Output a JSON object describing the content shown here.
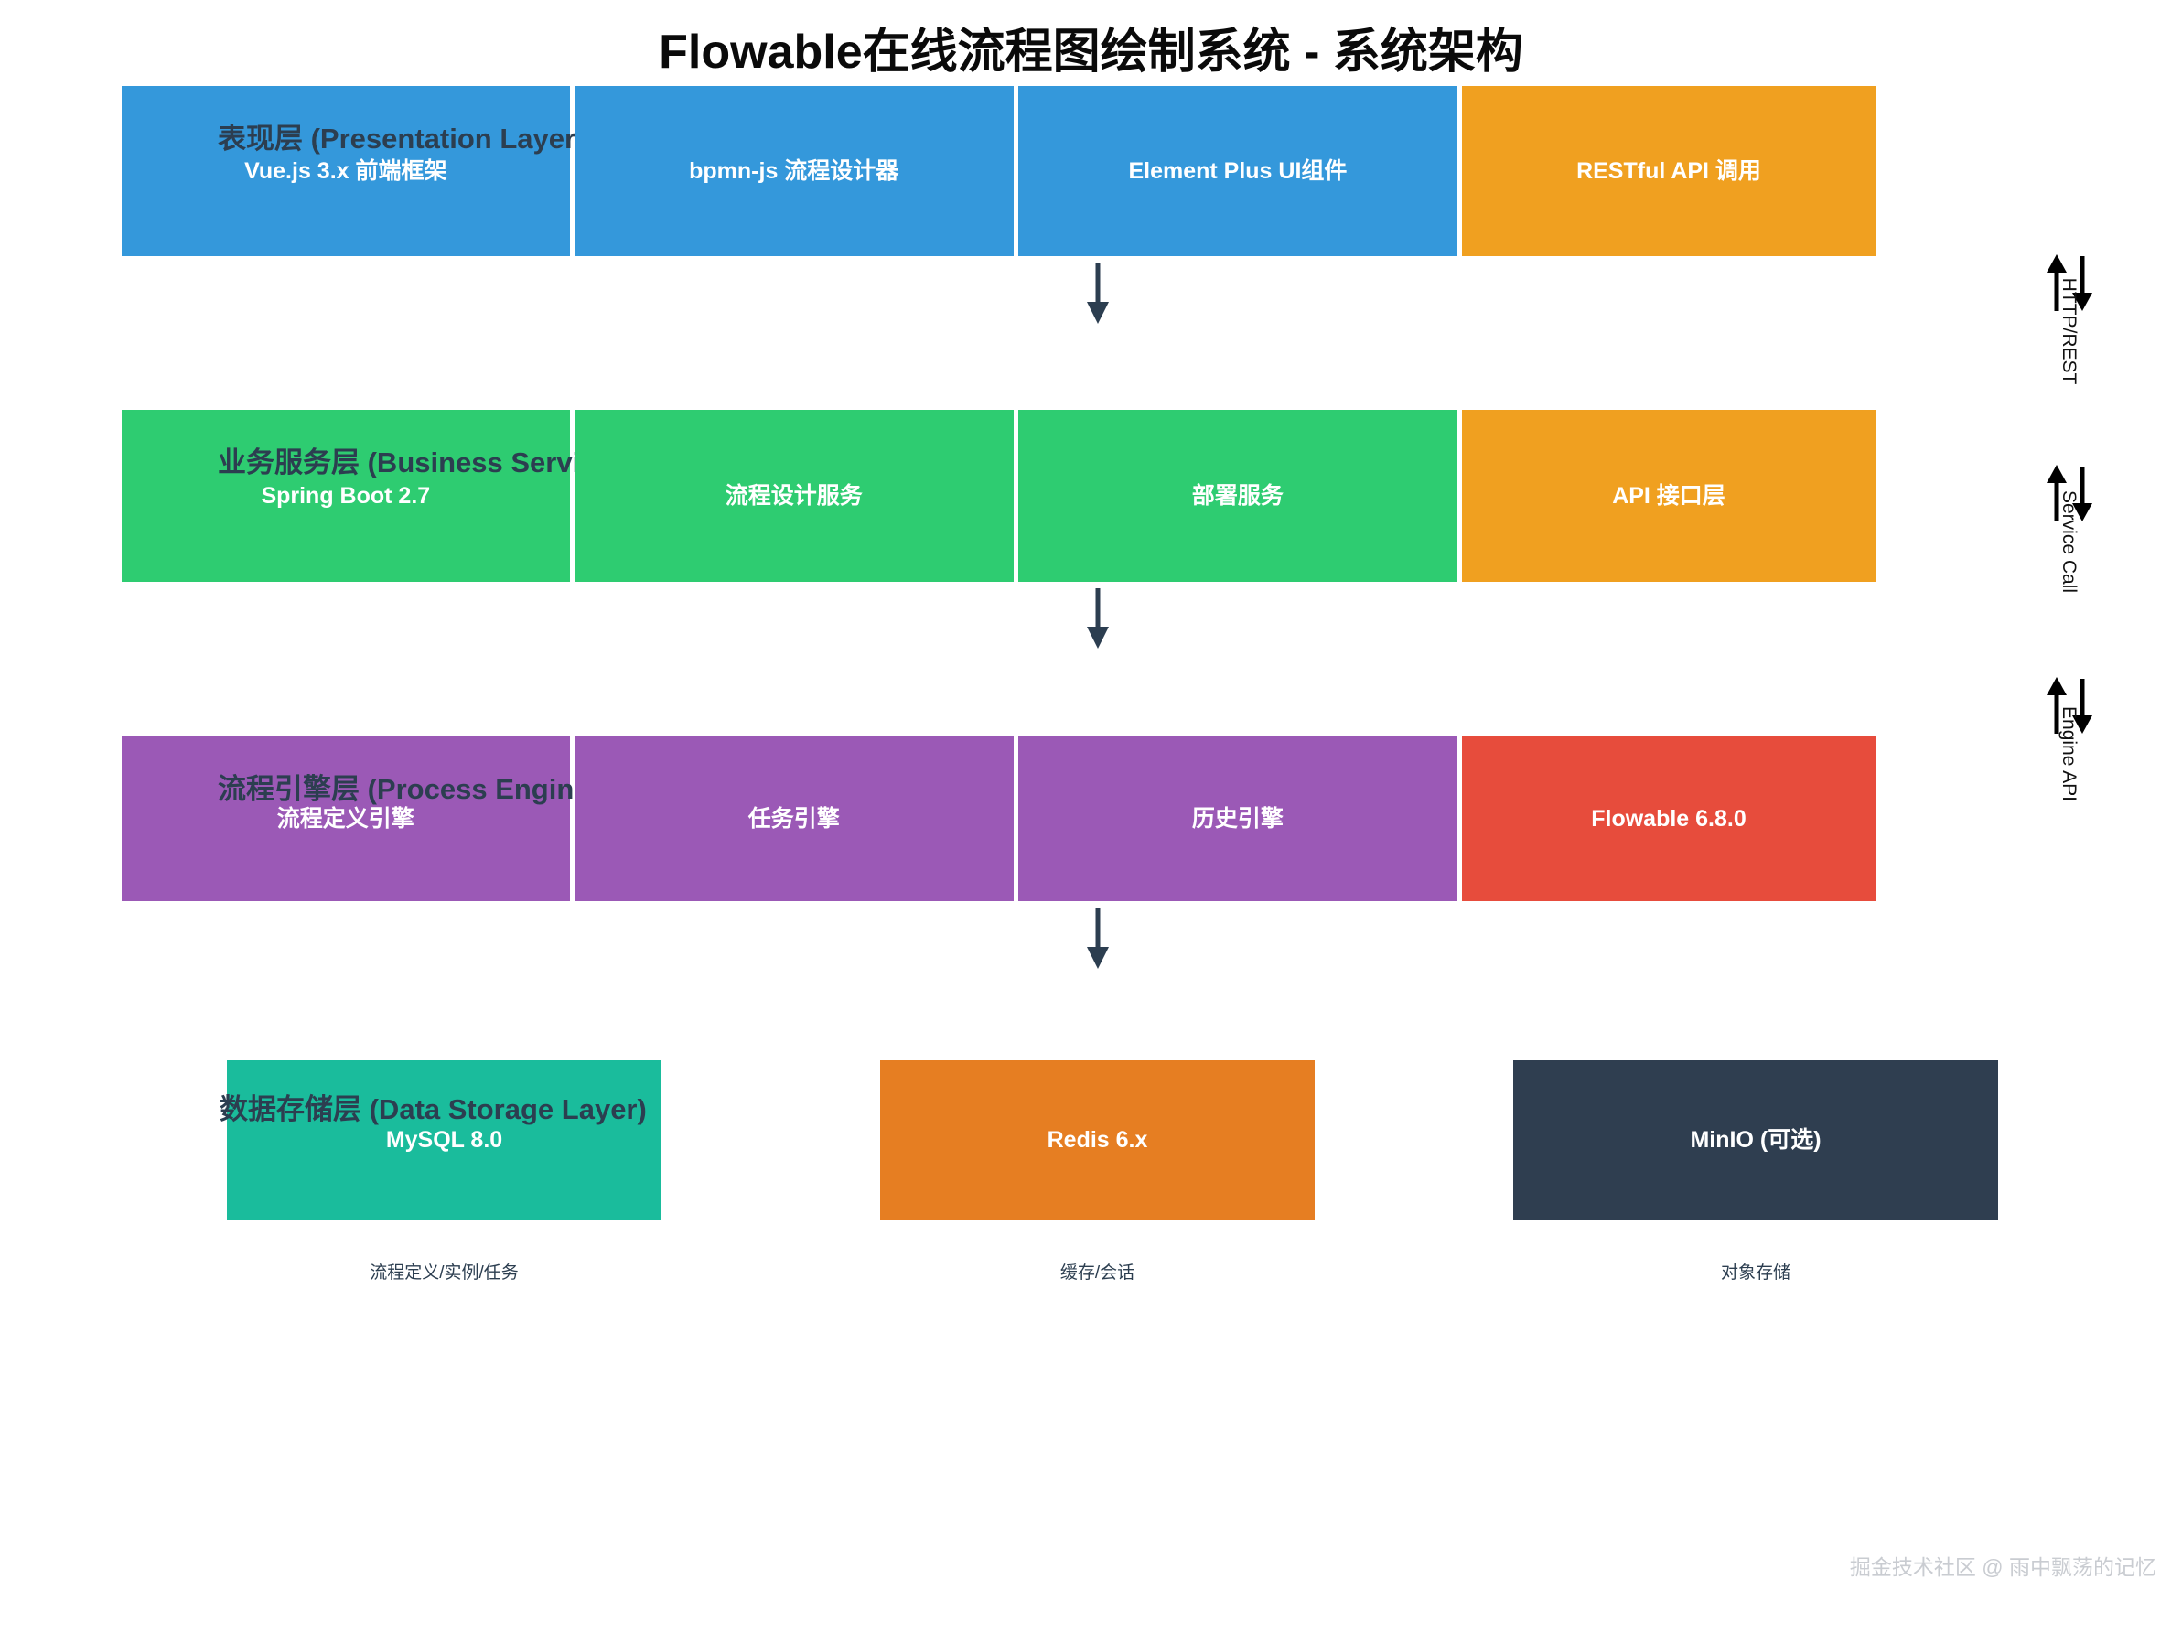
{
  "title": "Flowable在线流程图绘制系统 - 系统架构",
  "colors": {
    "presentation": "#3498db",
    "presentation_accent": "#f0a020",
    "business": "#2ecc71",
    "business_accent": "#f0a020",
    "engine": "#9b59b6",
    "engine_accent": "#e74c3c",
    "storage_mysql": "#1abc9c",
    "storage_redis": "#e67e22",
    "storage_minio": "#2f3e50",
    "heading_text": "#2c3e50",
    "arrow": "#2c3e50",
    "watermark": "#c9ccd1"
  },
  "layers": [
    {
      "heading": "表现层 (Presentation Layer)",
      "cells": [
        {
          "label": "Vue.js 3.x 前端框架",
          "color": "#3498db",
          "flex": 1.04
        },
        {
          "label": "bpmn-js 流程设计器",
          "color": "#3498db",
          "flex": 1.02
        },
        {
          "label": "Element Plus UI组件",
          "color": "#3498db",
          "flex": 1.02
        },
        {
          "label": "RESTful API 调用",
          "color": "#f0a020",
          "flex": 0.96
        }
      ]
    },
    {
      "heading": "业务服务层 (Business Service Layer)",
      "cells": [
        {
          "label": "Spring Boot 2.7",
          "color": "#2ecc71",
          "flex": 1.04
        },
        {
          "label": "流程设计服务",
          "color": "#2ecc71",
          "flex": 1.02
        },
        {
          "label": "部署服务",
          "color": "#2ecc71",
          "flex": 1.02
        },
        {
          "label": "API 接口层",
          "color": "#f0a020",
          "flex": 0.96
        }
      ]
    },
    {
      "heading": "流程引擎层 (Process Engine Layer)",
      "cells": [
        {
          "label": "流程定义引擎",
          "color": "#9b59b6",
          "flex": 1.04
        },
        {
          "label": "任务引擎",
          "color": "#9b59b6",
          "flex": 1.02
        },
        {
          "label": "历史引擎",
          "color": "#9b59b6",
          "flex": 1.02
        },
        {
          "label": "Flowable 6.8.0",
          "color": "#e74c3c",
          "flex": 0.96
        }
      ]
    }
  ],
  "storage": {
    "heading": "数据存储层 (Data Storage Layer)",
    "boxes": [
      {
        "label": "MySQL 8.0",
        "caption": "流程定义/实例/任务"
      },
      {
        "label": "Redis 6.x",
        "caption": "缓存/会话"
      },
      {
        "label": "MinIO (可选)",
        "caption": "对象存储"
      }
    ]
  },
  "side_annotations": [
    {
      "label": "HTTP/REST"
    },
    {
      "label": "Service Call"
    },
    {
      "label": "Engine API"
    }
  ],
  "watermark": "掘金技术社区 @ 雨中飘荡的记忆"
}
